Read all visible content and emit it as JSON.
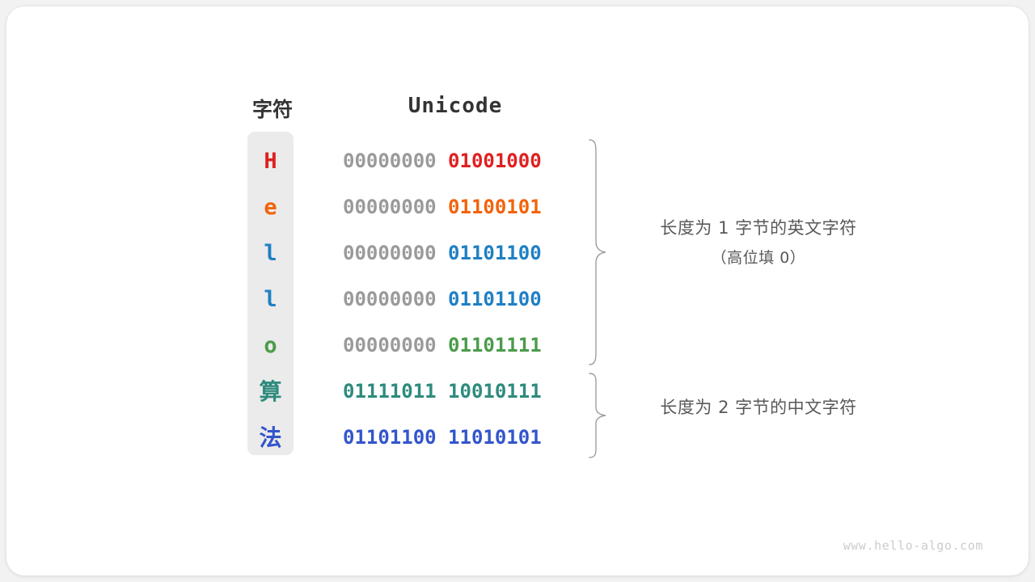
{
  "headers": {
    "char": "字符",
    "unicode": "Unicode"
  },
  "rows": [
    {
      "char": "H",
      "color": "#e02020",
      "high_byte": "00000000",
      "low_byte": "01001000",
      "high_is_padding": true,
      "is_cjk": false
    },
    {
      "char": "e",
      "color": "#f2640c",
      "high_byte": "00000000",
      "low_byte": "01100101",
      "high_is_padding": true,
      "is_cjk": false
    },
    {
      "char": "l",
      "color": "#1f80c4",
      "high_byte": "00000000",
      "low_byte": "01101100",
      "high_is_padding": true,
      "is_cjk": false
    },
    {
      "char": "l",
      "color": "#1f80c4",
      "high_byte": "00000000",
      "low_byte": "01101100",
      "high_is_padding": true,
      "is_cjk": false
    },
    {
      "char": "o",
      "color": "#4b9b4b",
      "high_byte": "00000000",
      "low_byte": "01101111",
      "high_is_padding": true,
      "is_cjk": false
    },
    {
      "char": "算",
      "color": "#2e8b7d",
      "high_byte": "01111011",
      "low_byte": "10010111",
      "high_is_padding": false,
      "is_cjk": true
    },
    {
      "char": "法",
      "color": "#3355cc",
      "high_byte": "01101100",
      "low_byte": "11010101",
      "high_is_padding": false,
      "is_cjk": true
    }
  ],
  "annotations": [
    {
      "line1": "长度为 1 字节的英文字符",
      "line2": "（高位填 0）"
    },
    {
      "line1": "长度为 2 字节的中文字符",
      "line2": ""
    }
  ],
  "watermark": "www.hello-algo.com",
  "palette": {
    "padding_gray": "#9a9a9a",
    "column_bg": "#ebebeb",
    "card_bg": "#ffffff",
    "page_bg": "#f2f2f2",
    "header_text": "#333333",
    "annotation_text": "#595959",
    "brace_stroke": "#9e9e9e",
    "watermark_text": "#cccccc"
  }
}
